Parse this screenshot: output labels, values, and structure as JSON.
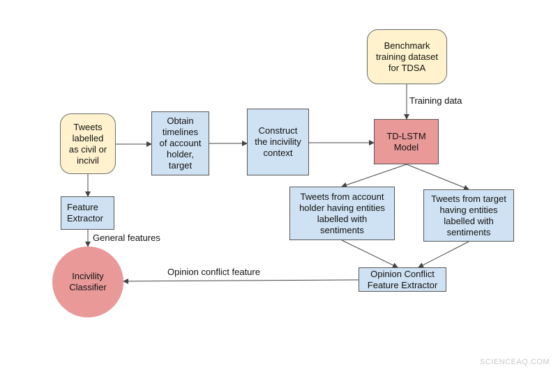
{
  "nodes": {
    "tweets": "Tweets\nlabelled\nas civil or\nincivil",
    "timelines": "Obtain\ntimelines\nof account\nholder,\ntarget",
    "construct": "Construct\nthe incivility\ncontext",
    "benchmark": "Benchmark\ntraining dataset\nfor TDSA",
    "tdlstm": "TD-LSTM\nModel",
    "account_holder": "Tweets from account\nholder having entities\nlabelled with\nsentiments",
    "target": "Tweets from target\nhaving entities\nlabelled with\nsentiments",
    "feature_extractor": "Feature\nExtractor",
    "opinion_extractor": "Opinion Conflict\nFeature Extractor",
    "classifier": "Incivility\nClassifier"
  },
  "edge_labels": {
    "training_data": "Training data",
    "general_features": "General features",
    "opinion_conflict_feature": "Opinion conflict feature"
  },
  "watermark": "SCIENCEAQ.COM",
  "colors": {
    "process_fill": "#cfe2f3",
    "input_fill": "#fff2cc",
    "model_fill": "#ea9999",
    "arrow": "#444444"
  }
}
